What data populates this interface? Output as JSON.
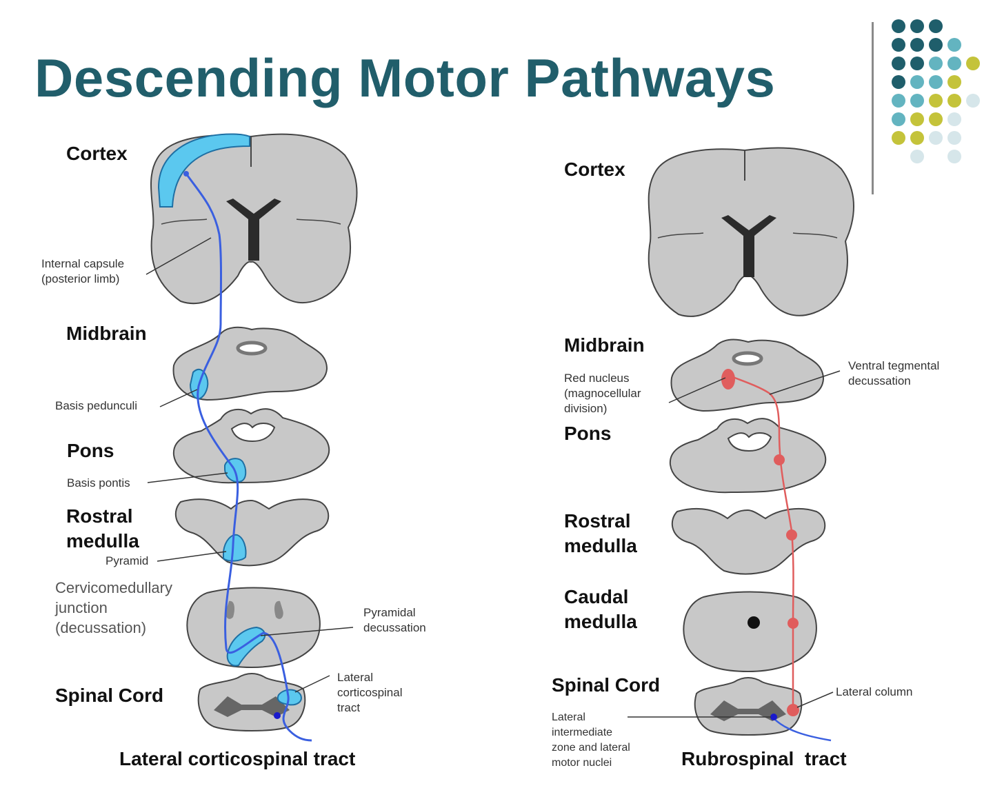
{
  "title": "Descending Motor Pathways",
  "left_panel": {
    "stages": [
      "Cortex",
      "Midbrain",
      "Pons",
      "Rostral\nmedulla",
      "Spinal Cord"
    ],
    "labels": {
      "internal_capsule": "Internal capsule\n(posterior limb)",
      "basis_pedunculi": "Basis pedunculi",
      "basis_pontis": "Basis pontis",
      "pyramid": "Pyramid",
      "cervicomedullary": "Cervicomedullary\njunction\n(decussation)",
      "pyramidal_decussation": "Pyramidal\ndecussation",
      "lateral_cst": "Lateral\ncorticospinal\ntract"
    },
    "caption": "Lateral corticospinal tract"
  },
  "right_panel": {
    "stages": [
      "Cortex",
      "Midbrain",
      "Pons",
      "Rostral\nmedulla",
      "Caudal\nmedulla",
      "Spinal Cord"
    ],
    "labels": {
      "red_nucleus": "Red nucleus\n(magnocellular\ndivision)",
      "ventral_tegmental": "Ventral tegmental\ndecussation",
      "lateral_column": "Lateral column",
      "lateral_intermediate": "Lateral\nintermediate\nzone and lateral\nmotor nuclei"
    },
    "caption": "Rubrospinal  tract"
  },
  "colors": {
    "title": "#215e6b",
    "tissue": "#c8c8c8",
    "ventricle": "#2b2b2b",
    "corticospinal_highlight": "#5bc8ef",
    "corticospinal_path": "#3a5fe0",
    "rubrospinal_path": "#e05d5d",
    "deco_dots": [
      "#1f5e6b",
      "#63b4c0",
      "#c4c33a",
      "#d6e6ea"
    ]
  },
  "decoration": {
    "dot_rows": [
      [
        "dark",
        "dark",
        "dark",
        "none",
        "none"
      ],
      [
        "dark",
        "dark",
        "dark",
        "teal",
        "none"
      ],
      [
        "dark",
        "dark",
        "teal",
        "teal",
        "yellow"
      ],
      [
        "dark",
        "teal",
        "teal",
        "yellow",
        "none"
      ],
      [
        "teal",
        "teal",
        "yellow",
        "yellow",
        "pale"
      ],
      [
        "teal",
        "yellow",
        "yellow",
        "pale",
        "none"
      ],
      [
        "yellow",
        "yellow",
        "pale",
        "pale",
        "none"
      ],
      [
        "none",
        "pale",
        "none",
        "pale",
        "none"
      ]
    ]
  }
}
